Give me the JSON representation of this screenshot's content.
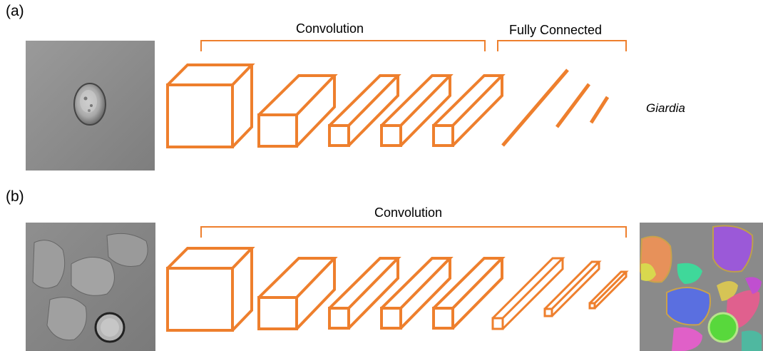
{
  "panel_a": {
    "label": "(a)",
    "conv_label": "Convolution",
    "fc_label": "Fully Connected",
    "output_label": "Giardia",
    "input_image": "microscopy-cell-image"
  },
  "panel_b": {
    "label": "(b)",
    "conv_label": "Convolution",
    "input_image": "microscopy-cells-brightfield-image",
    "output_image": "segmented-cells-color-mask"
  },
  "colors": {
    "layer_stroke": "#EE7F2D",
    "bracket": "#EE7F2D"
  }
}
